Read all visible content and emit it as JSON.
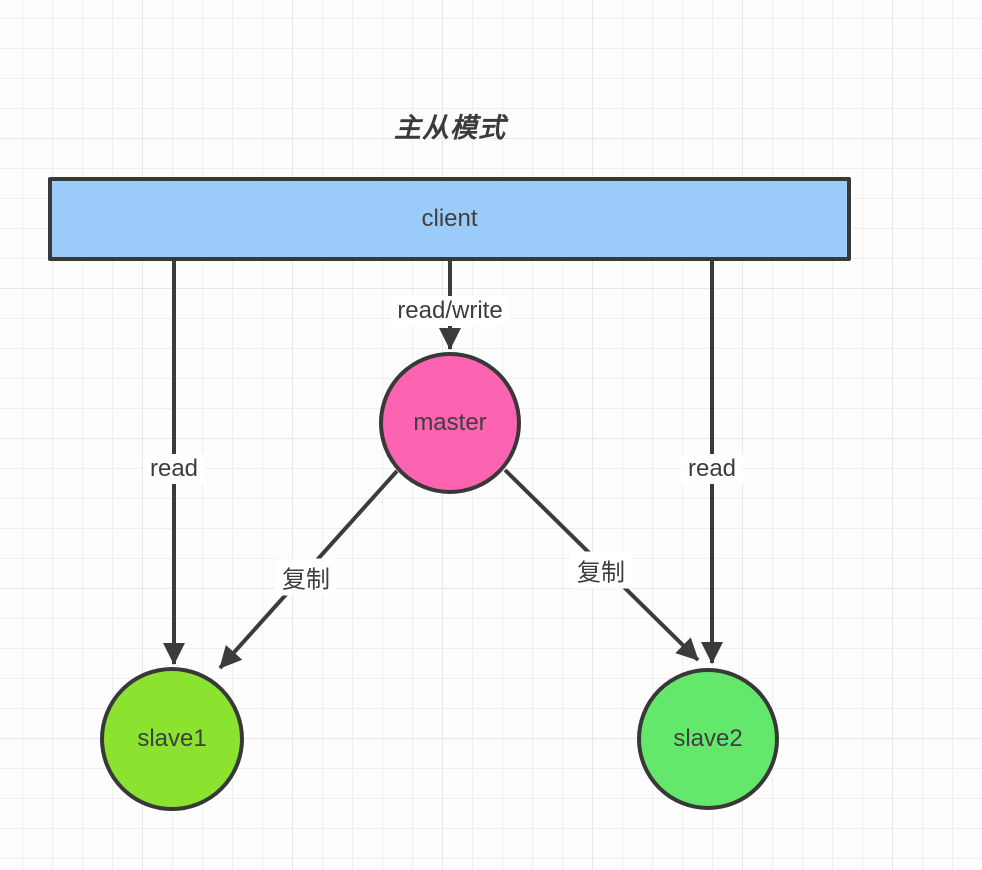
{
  "diagram": {
    "title": "主从模式",
    "nodes": {
      "client": {
        "label": "client",
        "fill": "#9BCBF8",
        "shape": "rectangle"
      },
      "master": {
        "label": "master",
        "fill": "#FC64B1",
        "shape": "circle"
      },
      "slave1": {
        "label": "slave1",
        "fill": "#8BE22F",
        "shape": "circle"
      },
      "slave2": {
        "label": "slave2",
        "fill": "#63E86B",
        "shape": "circle"
      }
    },
    "edges": {
      "client_to_master": {
        "label": "read/write"
      },
      "client_to_slave1": {
        "label": "read"
      },
      "client_to_slave2": {
        "label": "read"
      },
      "master_to_slave1": {
        "label": "复制"
      },
      "master_to_slave2": {
        "label": "复制"
      }
    },
    "colors": {
      "edge_stroke": "#3b3b3b",
      "shape_border": "#383838",
      "text": "#3d3d3d"
    }
  }
}
